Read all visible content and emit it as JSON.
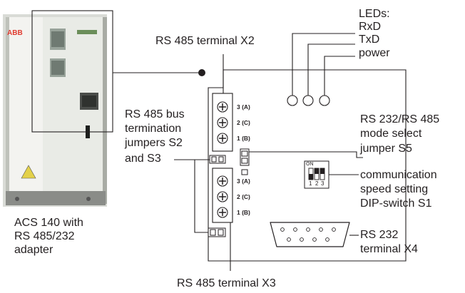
{
  "device": {
    "brand": "ABB",
    "caption": [
      "ACS 140 with",
      "RS 485/232",
      "adapter"
    ]
  },
  "leds": {
    "title": "LEDs:",
    "items": [
      "RxD",
      "TxD",
      "power"
    ]
  },
  "labels": {
    "x2": "RS 485 terminal X2",
    "x3": "RS 485 terminal X3",
    "x4": [
      "RS 232",
      "terminal X4"
    ],
    "s2s3": [
      "RS 485 bus",
      "termination",
      "jumpers S2",
      "and S3"
    ],
    "s5": [
      "RS 232/RS 485",
      "mode select",
      "jumper S5"
    ],
    "s1": [
      "communication",
      "speed setting",
      "DIP-switch S1"
    ]
  },
  "terminal_x2_pins": [
    "3 (A)",
    "2 (C)",
    "1 (B)"
  ],
  "terminal_x3_pins": [
    "3 (A)",
    "2 (C)",
    "1 (B)"
  ],
  "dip_switch": {
    "on_label": "ON",
    "numbers": [
      "1",
      "2",
      "3"
    ]
  }
}
